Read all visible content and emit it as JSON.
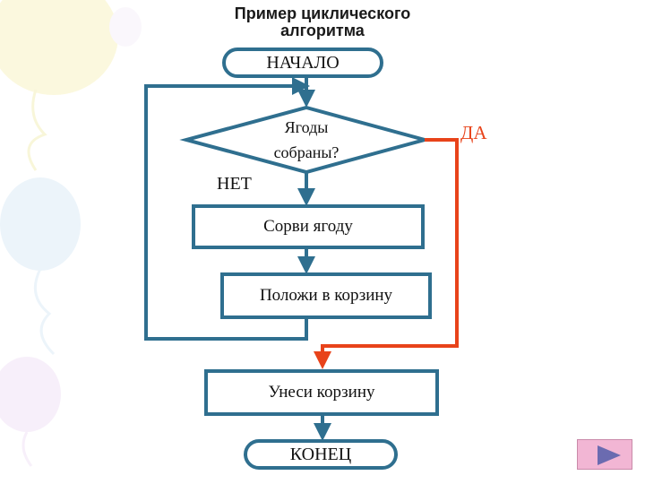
{
  "slide": {
    "title_line1": "Пример циклического",
    "title_line2": "алгоритма"
  },
  "flowchart": {
    "start": "НАЧАЛО",
    "condition_line1": "Ягоды",
    "condition_line2": "собраны?",
    "branch_yes": "ДА",
    "branch_no": "НЕТ",
    "step1": "Сорви ягоду",
    "step2": "Положи в корзину",
    "step3": "Унеси корзину",
    "end": "КОНЕЦ"
  },
  "colors": {
    "outline": "#2f6f8f",
    "yes_branch": "#e8431a",
    "next_button": "#f2b6d4",
    "next_arrow": "#6b6bb0"
  },
  "icons": {
    "next_button": "play-triangle-icon"
  }
}
